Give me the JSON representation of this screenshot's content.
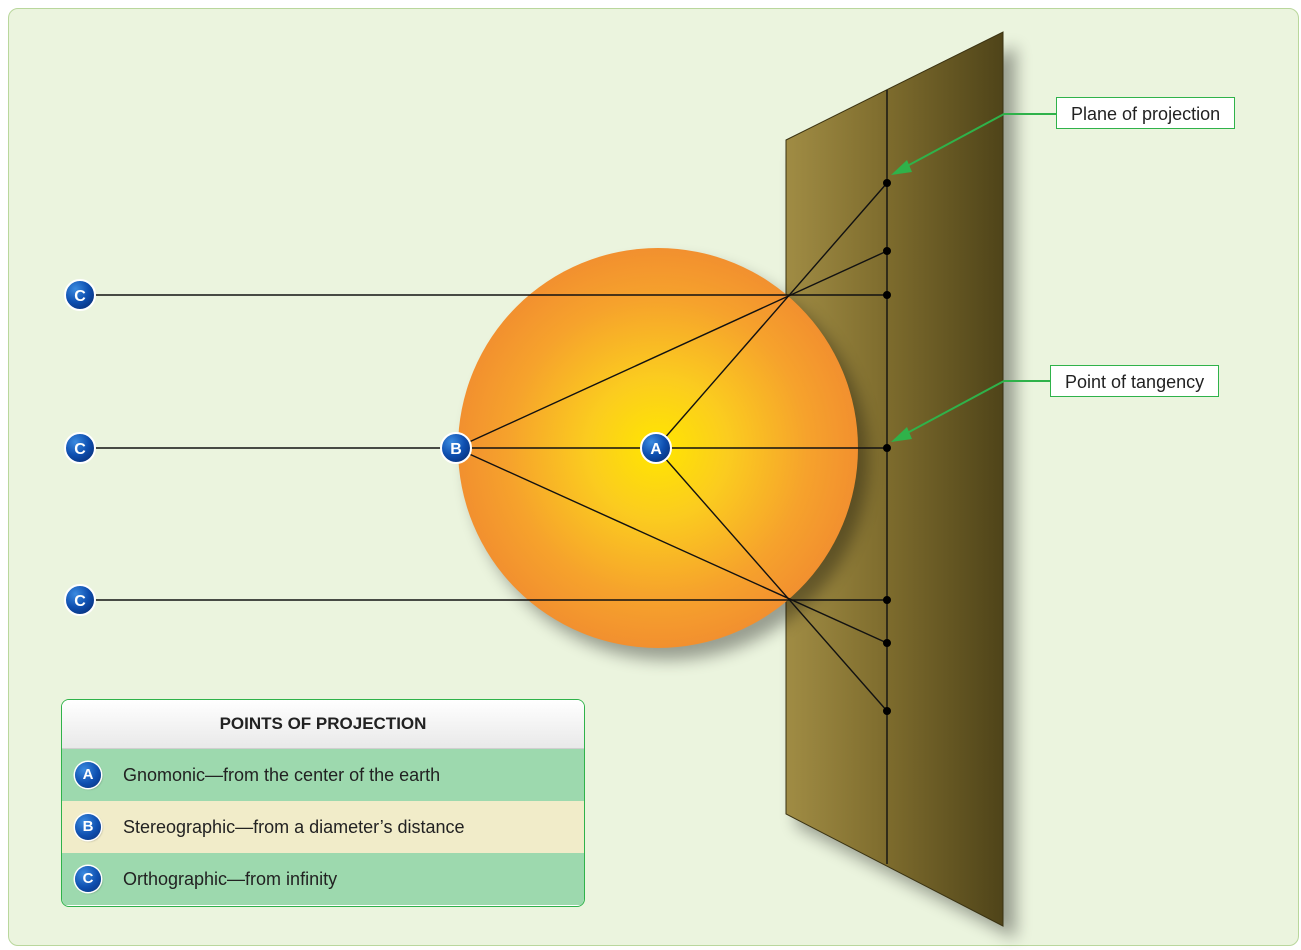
{
  "callouts": {
    "plane_of_projection": "Plane of projection",
    "point_of_tangency": "Point of tangency"
  },
  "points": {
    "a": "A",
    "b": "B",
    "c": "C"
  },
  "legend": {
    "title": "POINTS OF PROJECTION",
    "items": [
      {
        "badge": "A",
        "label": "Gnomonic—from the center of the earth"
      },
      {
        "badge": "B",
        "label": "Stereographic—from a diameter’s distance"
      },
      {
        "badge": "C",
        "label": "Orthographic—from infinity"
      }
    ]
  },
  "colors": {
    "background": "#ebf4de",
    "accent_green": "#2fb24a",
    "plane": "#7a6a2c",
    "sphere_center": "#ffe600",
    "sphere_edge": "#f39a2e",
    "badge_blue": "#0e4fb0"
  }
}
